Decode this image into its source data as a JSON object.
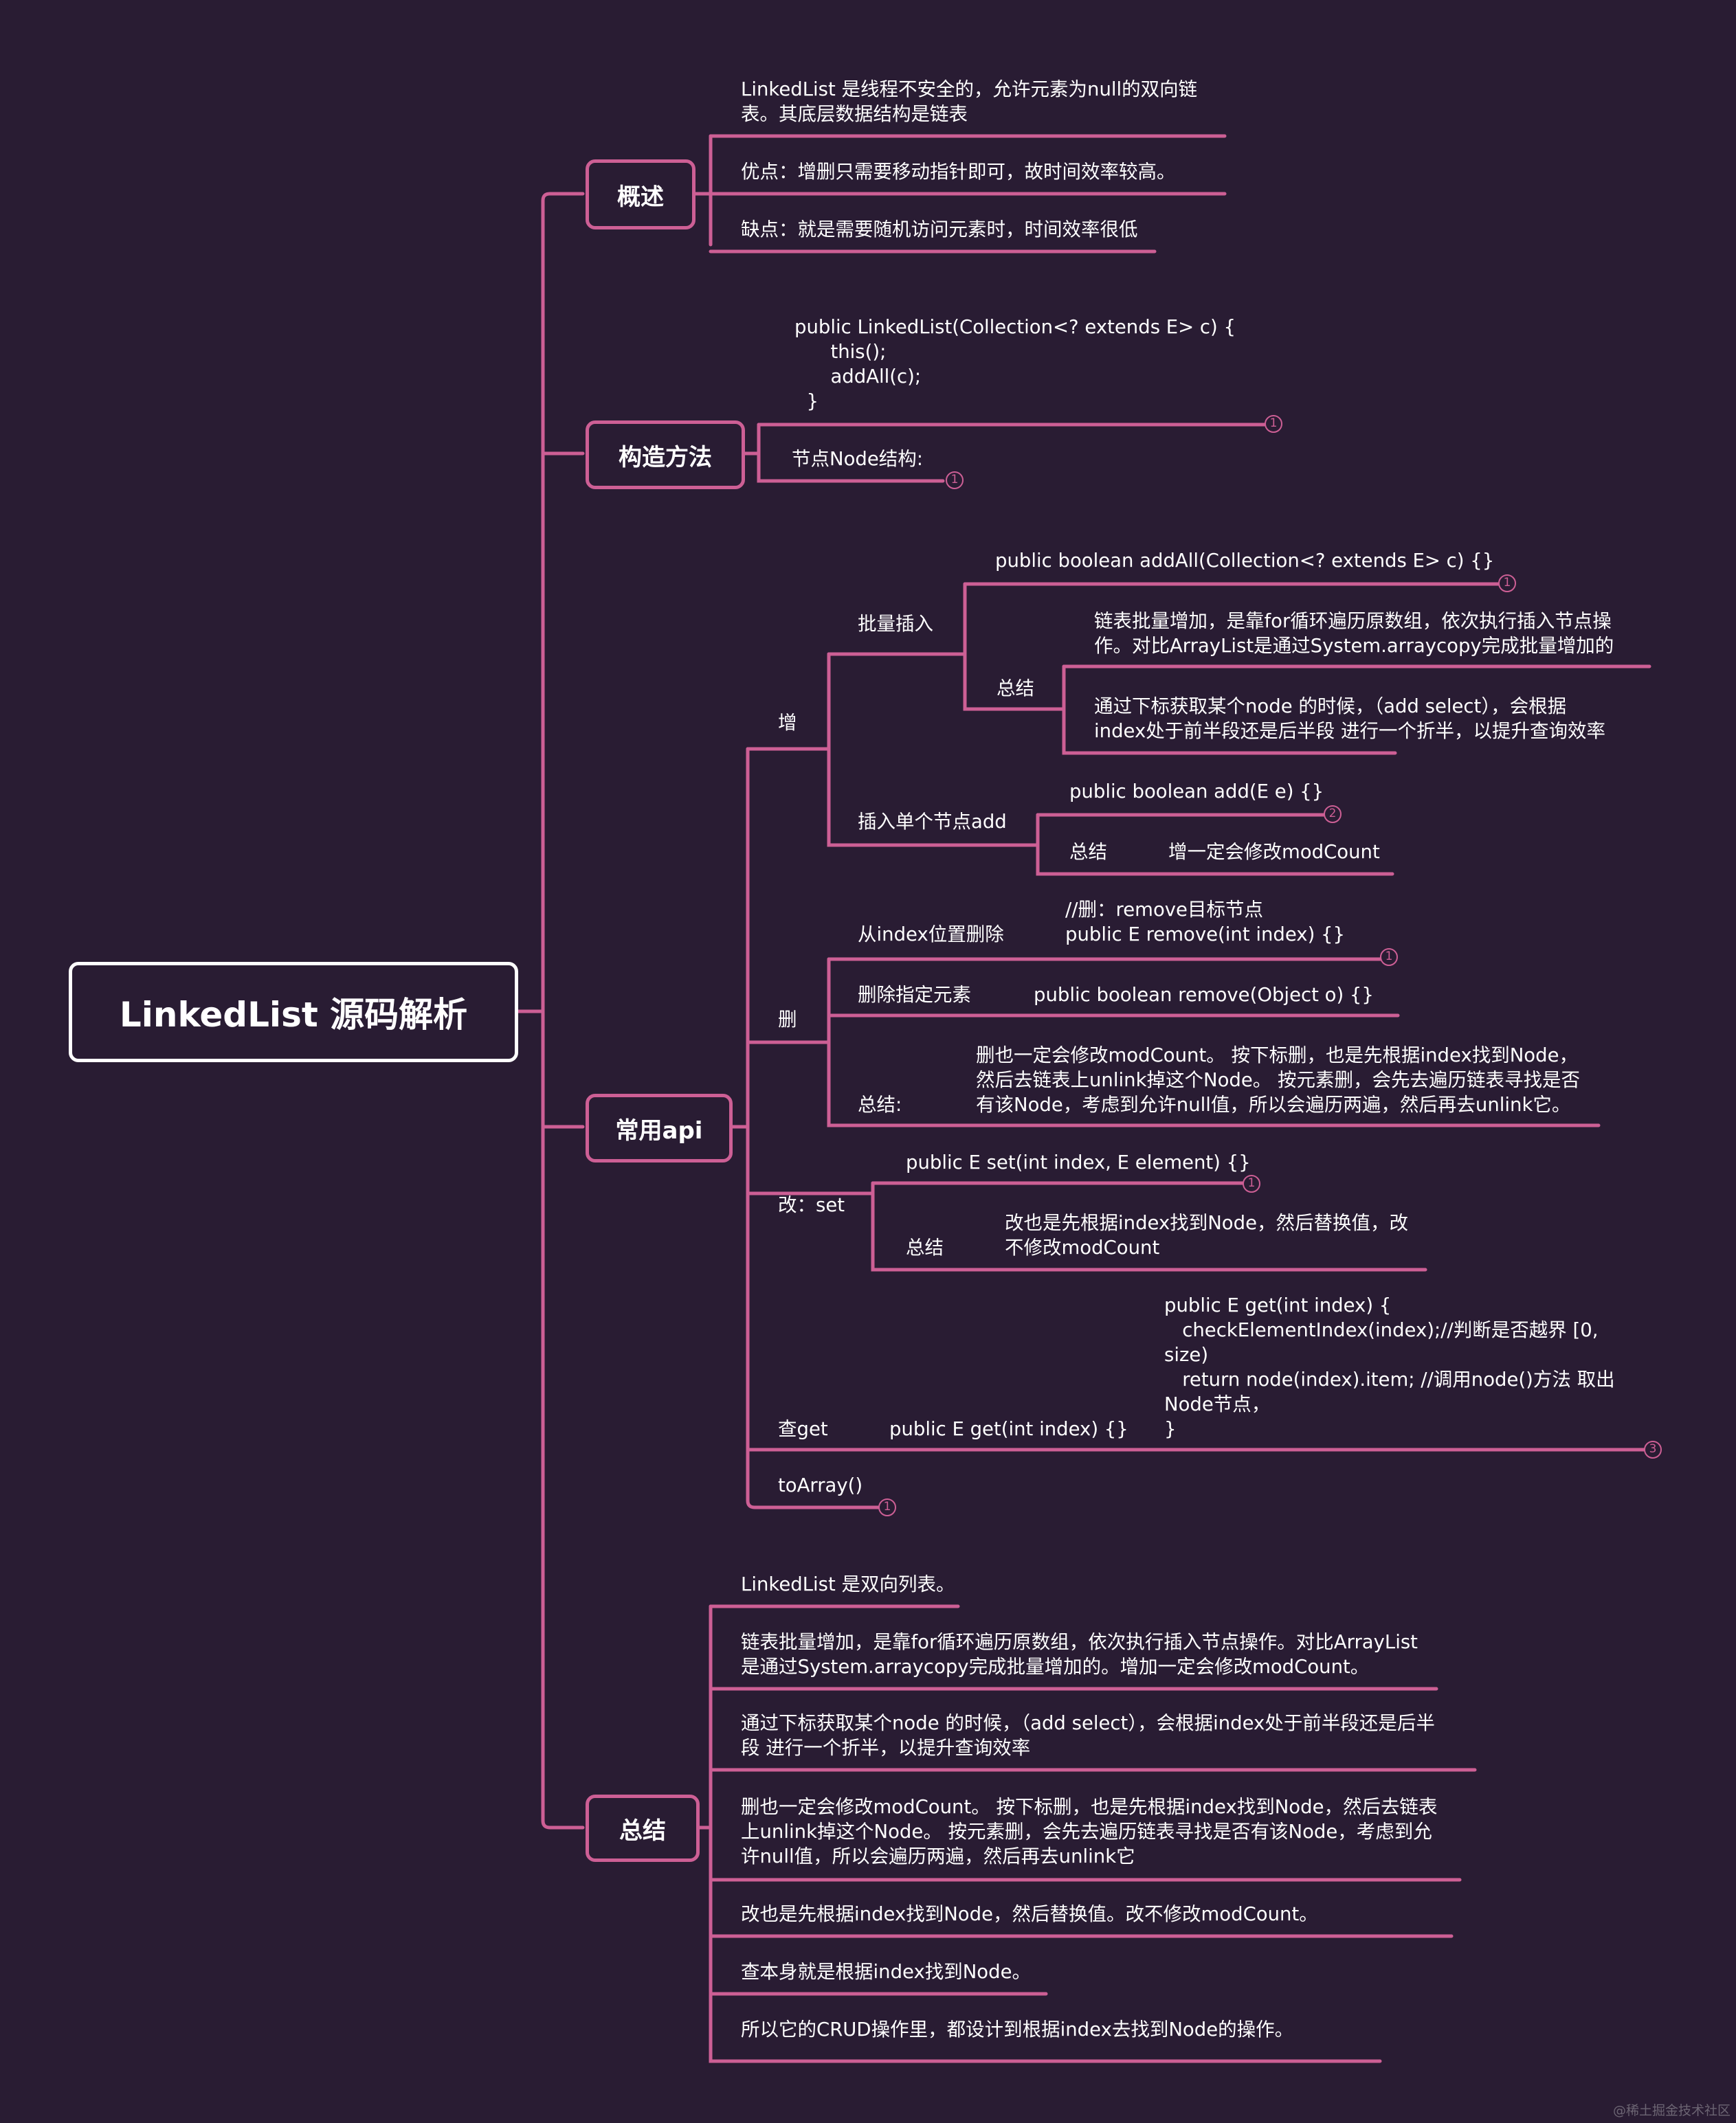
{
  "root": {
    "title": "LinkedList 源码解析"
  },
  "colors": {
    "background": "#291c33",
    "branch": "#cd5f95",
    "text": "#ffffff",
    "root_border": "#ffffff"
  },
  "overview": {
    "title": "概述",
    "items": [
      "LinkedList 是线程不安全的，允许元素为null的双向链\n表。其底层数据结构是链表",
      "优点：增删只需要移动指针即可，故时间效率较高。",
      "缺点：就是需要随机访问元素时，时间效率很低"
    ]
  },
  "constructor": {
    "title": "构造方法",
    "code": "public LinkedList(Collection<? extends E> c) {\n      this();\n      addAll(c);\n  }",
    "code_badge": "1",
    "node_label": "节点Node结构:",
    "node_badge": "1"
  },
  "api": {
    "title": "常用api",
    "add": {
      "label": "增",
      "batch": {
        "label": "批量插入",
        "code": "public boolean addAll(Collection<? extends E> c) {}",
        "code_badge": "1",
        "summary_label": "总结",
        "summary_items": [
          "链表批量增加，是靠for循环遍历原数组，依次执行插入节点操\n作。对比ArrayList是通过System.arraycopy完成批量增加的",
          "通过下标获取某个node 的时候，（add select），会根据\nindex处于前半段还是后半段 进行一个折半，以提升查询效率"
        ]
      },
      "single": {
        "label": "插入单个节点add",
        "code": "public boolean add(E e) {}",
        "code_badge": "2",
        "summary_label": "总结",
        "summary_text": "增一定会修改modCount"
      }
    },
    "remove": {
      "label": "删",
      "by_index": {
        "label": "从index位置删除",
        "code": "//删：remove目标节点\npublic E remove(int index) {}",
        "code_badge": "1"
      },
      "by_object": {
        "label": "删除指定元素",
        "code": "public boolean remove(Object o) {}"
      },
      "summary": {
        "label": "总结:",
        "text": "删也一定会修改modCount。 按下标删，也是先根据index找到Node，\n然后去链表上unlink掉这个Node。 按元素删，会先去遍历链表寻找是否\n有该Node，考虑到允许null值，所以会遍历两遍，然后再去unlink它。"
      }
    },
    "set": {
      "label": "改：set",
      "code": "public E set(int index, E element) {}",
      "code_badge": "1",
      "summary_label": "总结",
      "summary_text": "改也是先根据index找到Node，然后替换值，改\n不修改modCount"
    },
    "get": {
      "label": "查get",
      "signature": "public E get(int index) {}",
      "code": "public E get(int index) {\n   checkElementIndex(index);//判断是否越界 [0,\nsize)\n   return node(index).item; //调用node()方法 取出\nNode节点，\n}",
      "code_badge": "3"
    },
    "toarray": {
      "label": "toArray()",
      "badge": "1"
    }
  },
  "summary": {
    "title": "总结",
    "items": [
      "LinkedList 是双向列表。",
      "链表批量增加，是靠for循环遍历原数组，依次执行插入节点操作。对比ArrayList\n是通过System.arraycopy完成批量增加的。增加一定会修改modCount。",
      "通过下标获取某个node 的时候，（add select），会根据index处于前半段还是后半\n段 进行一个折半，以提升查询效率",
      "删也一定会修改modCount。 按下标删，也是先根据index找到Node，然后去链表\n上unlink掉这个Node。 按元素删，会先去遍历链表寻找是否有该Node，考虑到允\n许null值，所以会遍历两遍，然后再去unlink它",
      "改也是先根据index找到Node，然后替换值。改不修改modCount。",
      "查本身就是根据index找到Node。",
      "所以它的CRUD操作里，都设计到根据index去找到Node的操作。"
    ]
  },
  "watermark": "@稀土掘金技术社区"
}
